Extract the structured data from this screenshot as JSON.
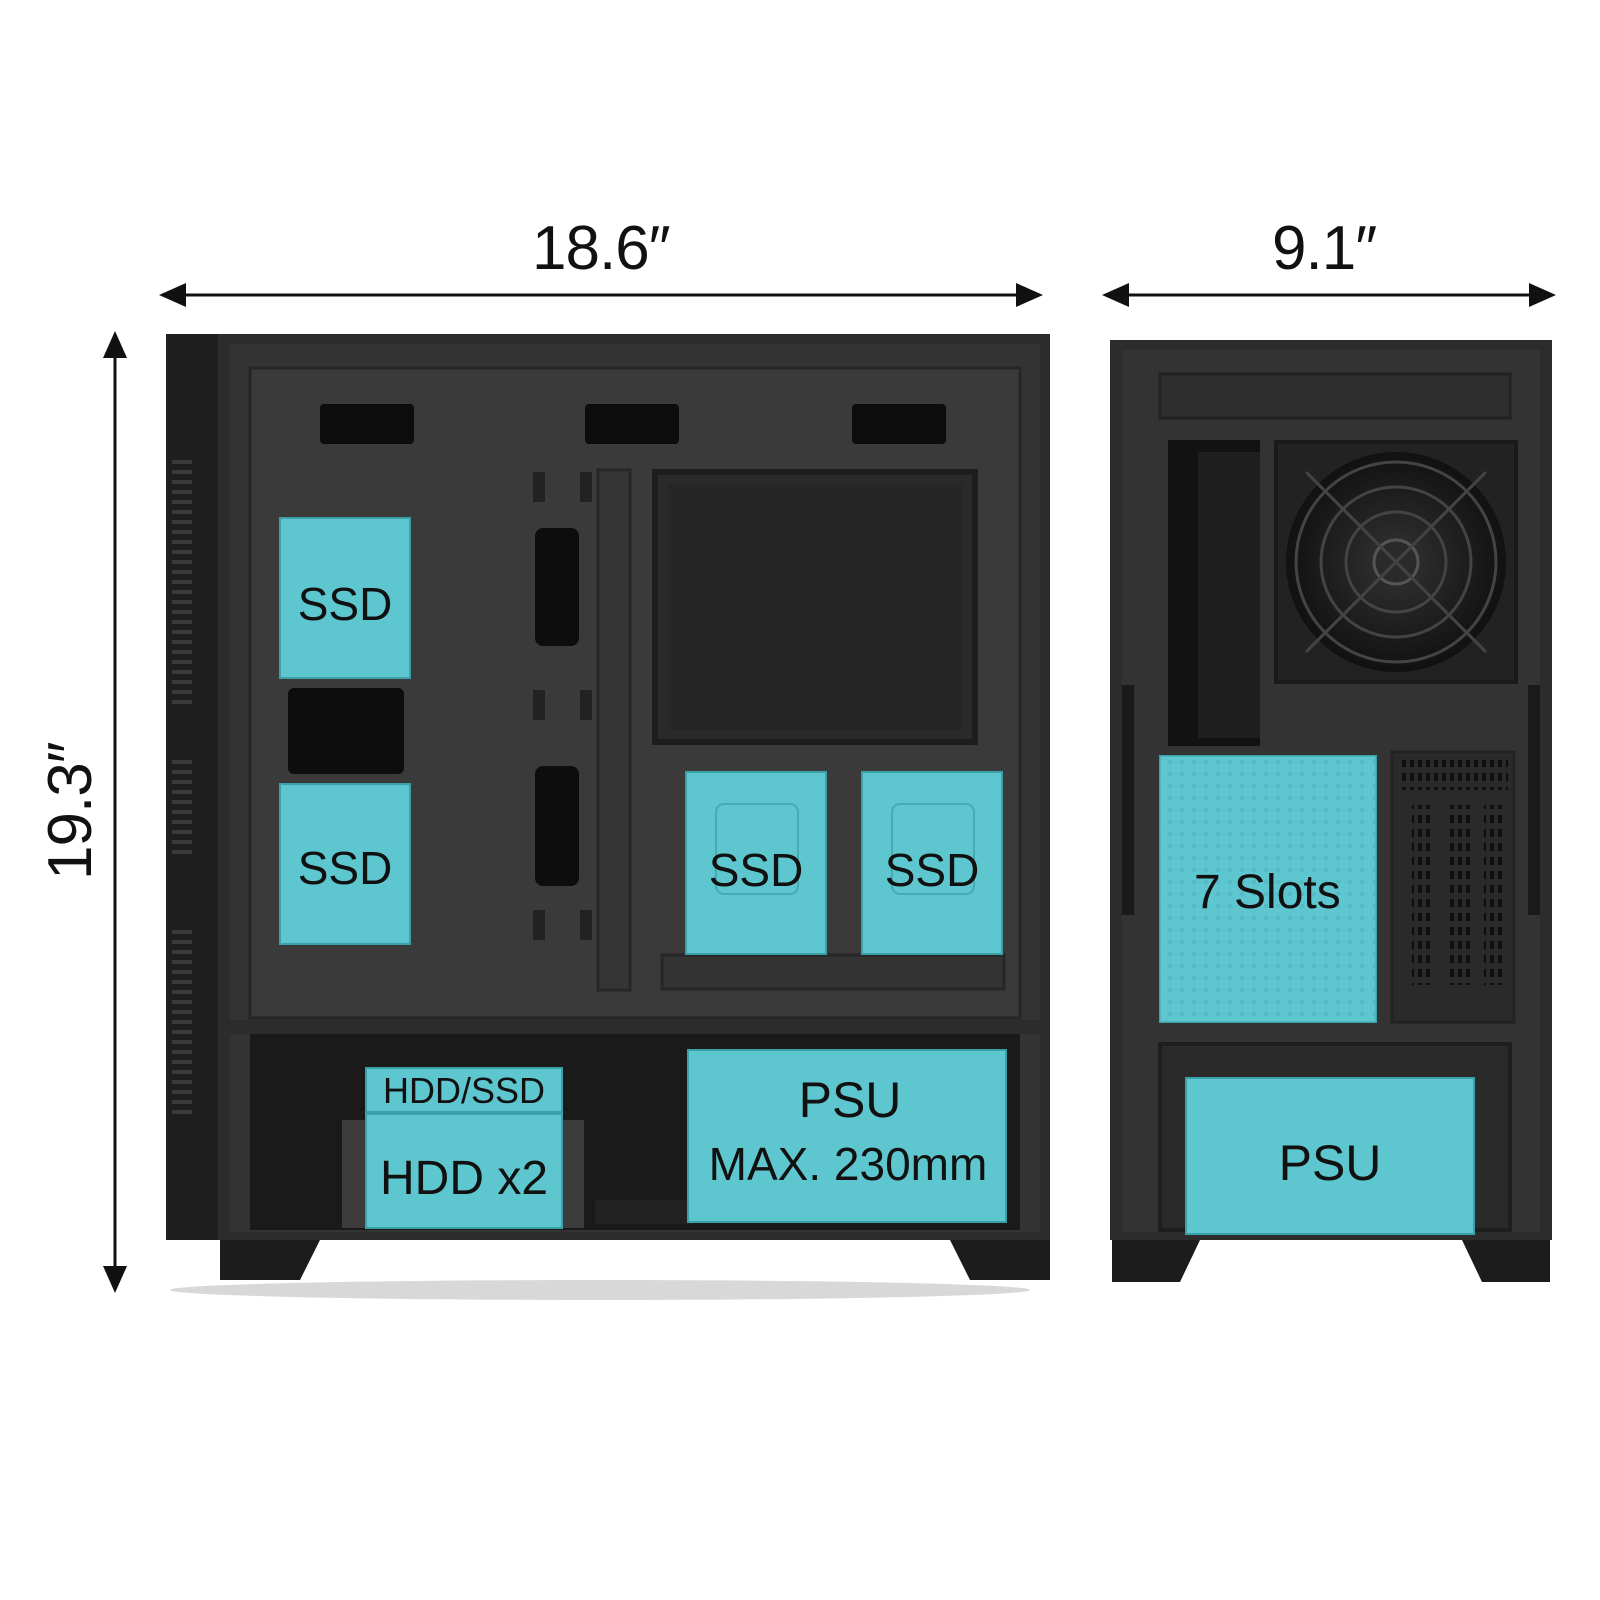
{
  "dimensions": {
    "length": "18.6″",
    "height": "19.3″",
    "width": "9.1″"
  },
  "side_view": {
    "ssd_labels": [
      "SSD",
      "SSD",
      "SSD",
      "SSD"
    ],
    "hdd_ssd_label": "HDD/SSD",
    "hdd_label": "HDD x2",
    "psu_label": "PSU",
    "psu_max_label": "MAX. 230mm"
  },
  "rear_view": {
    "slots_label": "7 Slots",
    "psu_label": "PSU"
  },
  "colors": {
    "highlight": "#5ec6cf",
    "case_body": "#2b2b2b",
    "case_panel": "#333333",
    "case_dark": "#151515"
  }
}
